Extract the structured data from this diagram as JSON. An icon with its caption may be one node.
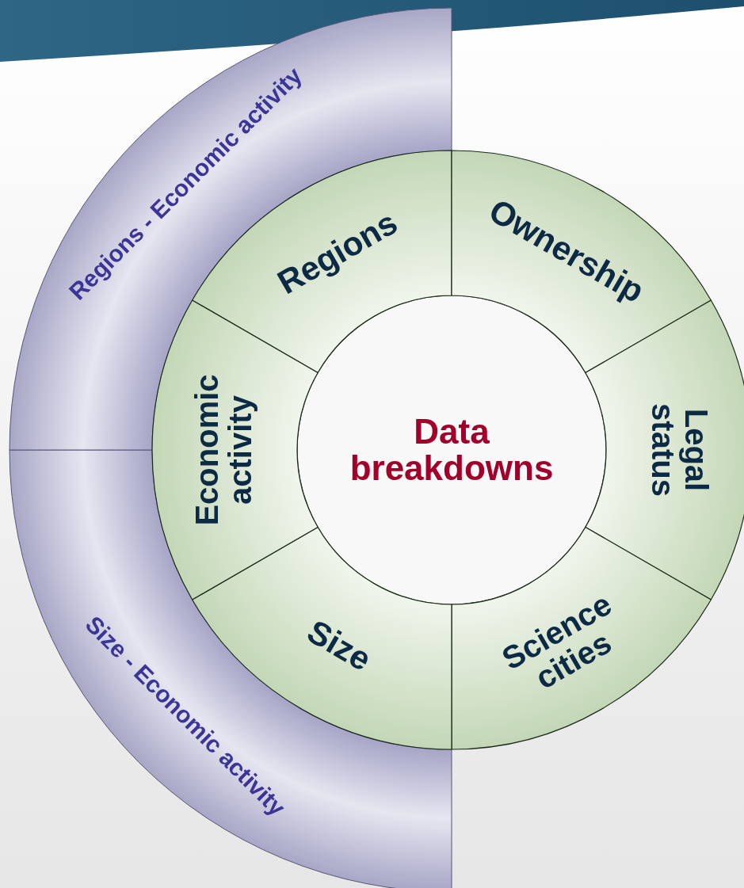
{
  "diagram": {
    "nodes": [
      {
        "text": [
          "Data breakdowns"
        ]
      },
      {
        "text": [
          "Regions"
        ]
      },
      {
        "text": [
          "Ownership"
        ]
      },
      {
        "text": [
          "Legal status"
        ]
      },
      {
        "text": [
          "Science cities"
        ]
      },
      {
        "text": [
          "Size"
        ]
      },
      {
        "text": [
          "Economic activity"
        ]
      },
      {
        "text": [
          "Regions - Economic activity"
        ]
      },
      {
        "text": [
          "Size - Economic activity"
        ]
      }
    ]
  }
}
